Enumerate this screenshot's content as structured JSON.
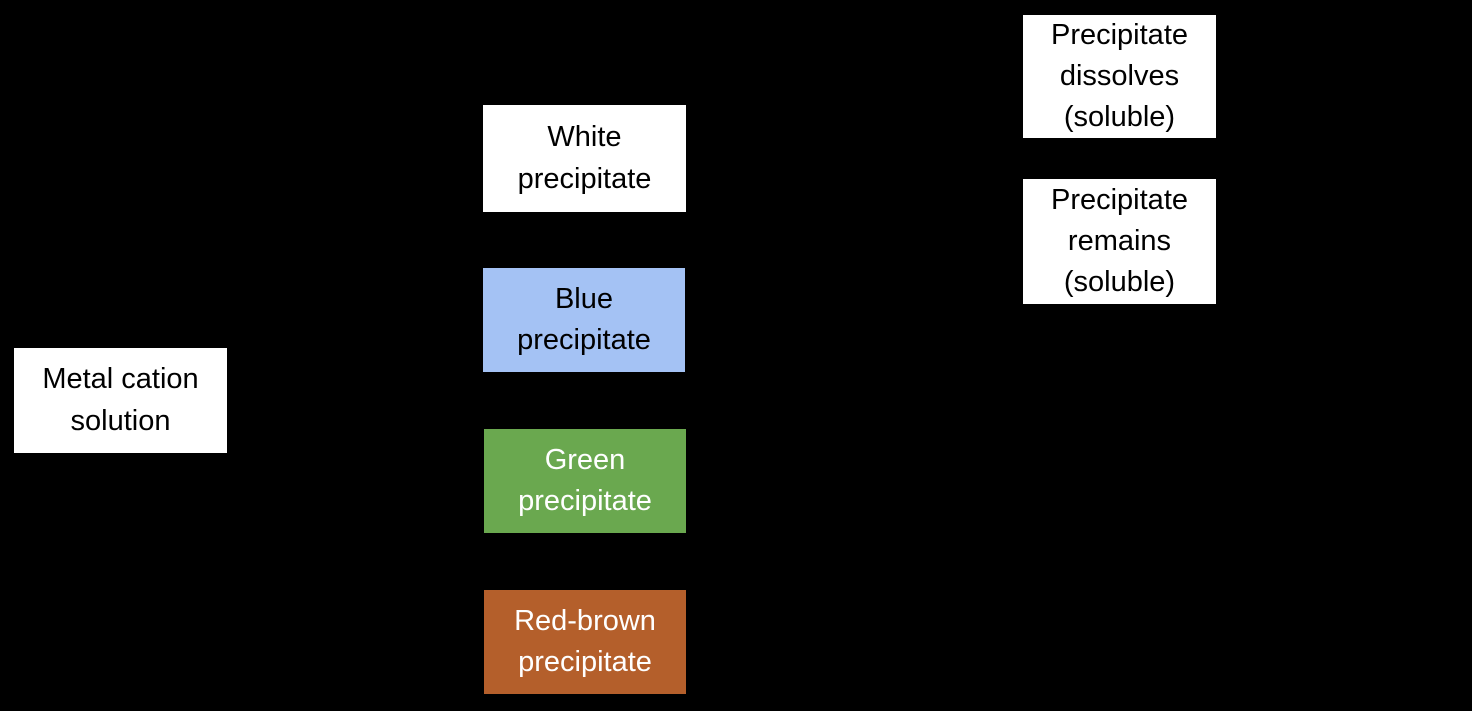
{
  "diagram": {
    "canvas_background": "#000000",
    "nodes": {
      "metal_cation_solution": {
        "label": "Metal cation\nsolution",
        "bg": "#ffffff",
        "text_color": "#000000"
      },
      "white_precipitate": {
        "label": "White\nprecipitate",
        "bg": "#ffffff",
        "text_color": "#000000"
      },
      "blue_precipitate": {
        "label": "Blue\nprecipitate",
        "bg": "#a4c2f4",
        "text_color": "#000000"
      },
      "green_precipitate": {
        "label": "Green\nprecipitate",
        "bg": "#6aa84f",
        "text_color": "#ffffff"
      },
      "red_brown_precipitate": {
        "label": "Red-brown\nprecipitate",
        "bg": "#b45f2b",
        "text_color": "#ffffff"
      },
      "precipitate_dissolves": {
        "label": "Precipitate\ndissolves\n(soluble)",
        "bg": "#ffffff",
        "text_color": "#000000"
      },
      "precipitate_remains": {
        "label": "Precipitate\nremains\n(soluble)",
        "bg": "#ffffff",
        "text_color": "#000000"
      }
    }
  }
}
